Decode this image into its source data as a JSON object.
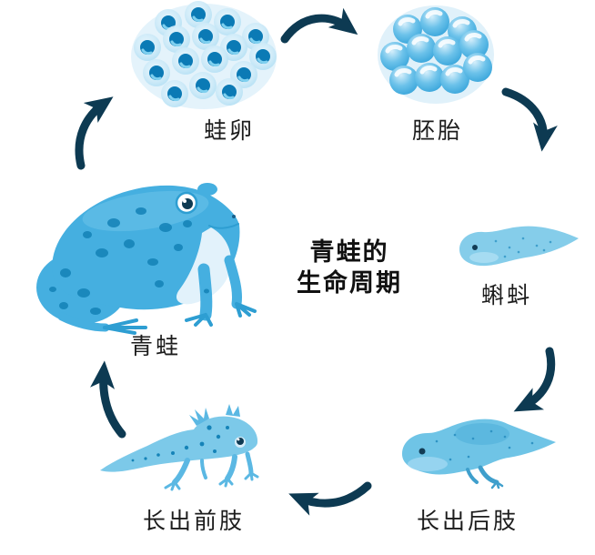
{
  "diagram": {
    "title": {
      "line1": "青蛙的",
      "line2": "生命周期"
    },
    "stages": [
      {
        "id": "frog-eggs",
        "label": "蛙卵"
      },
      {
        "id": "embryo",
        "label": "胚胎"
      },
      {
        "id": "tadpole",
        "label": "蝌蚪"
      },
      {
        "id": "hind-legs",
        "label": "长出后肢"
      },
      {
        "id": "front-legs",
        "label": "长出前肢"
      },
      {
        "id": "adult-frog",
        "label": "青蛙"
      }
    ],
    "colors": {
      "arrow": "#0d3a52",
      "illustration_blue": "#45afe0",
      "illustration_light_blue": "#7cc9e9",
      "egg_core": "#0b7ab5",
      "label_text": "#1c1c1c",
      "title_text": "#111111",
      "background": "#ffffff"
    }
  }
}
